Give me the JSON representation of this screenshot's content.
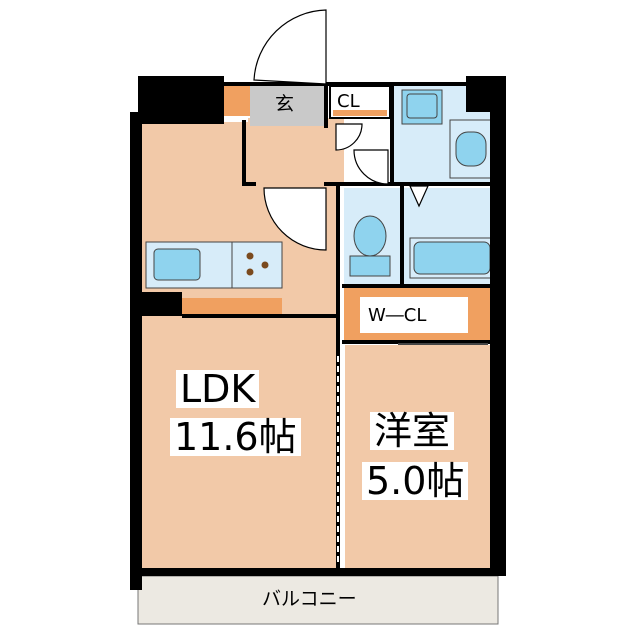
{
  "floorplan": {
    "rooms": {
      "ldk": {
        "name": "LDK",
        "size": "11.6帖"
      },
      "western": {
        "name": "洋室",
        "size": "5.0帖"
      },
      "genkan": {
        "name": "玄"
      },
      "closet": {
        "name": "CL"
      },
      "walkin_closet": {
        "name": "W―CL"
      },
      "balcony": {
        "name": "バルコニー"
      }
    },
    "colors": {
      "floor_wood": "#f2c9a8",
      "wet_area": "#d7ecf9",
      "fixture_blue": "#8fd3ee",
      "storage_orange": "#f0a060",
      "entrance_gray": "#c9c9c9",
      "balcony_fill": "#ece9e2",
      "wall": "#000000"
    }
  }
}
